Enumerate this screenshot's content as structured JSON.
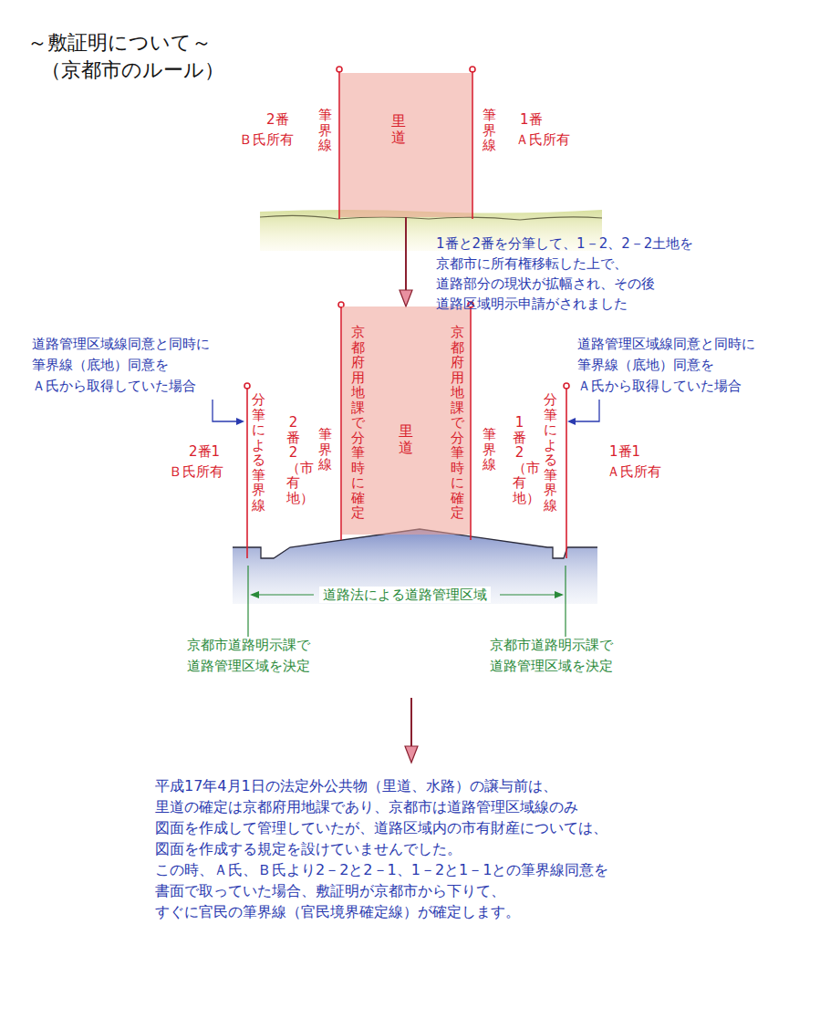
{
  "diagram": {
    "title": "～敷証明について～",
    "nodes": [
      {
        "text": [
          "里道"
        ]
      },
      {
        "text": [
          "里道"
        ]
      }
    ],
    "edges": [
      {
        "from": 0,
        "to": 1,
        "arrow": "to"
      }
    ],
    "labels": [
      "（京都市のルール）",
      "2番",
      "Ｂ氏所有",
      "筆界線",
      "筆界線",
      "1番",
      "Ａ氏所有",
      "1番と2番を分筆して、1－2、2－2土地を",
      "京都市に所有権移転した上で、",
      "道路部分の現状が拡幅され、その後",
      "道路区域明示申請がされました",
      "道路管理区域線同意と同時に",
      "筆界線（底地）同意を",
      "Ａ氏から取得していた場合",
      "道路管理区域線同意と同時に",
      "筆界線（底地）同意を",
      "Ａ氏から取得していた場合",
      "分筆による筆界線",
      "2番2（市有地）",
      "筆界線",
      "京都府用地課で分筆時に確定",
      "京都府用地課で分筆時に確定",
      "筆界線",
      "1番2（市有地）",
      "分筆による筆界線",
      "2番1",
      "Ｂ氏所有",
      "1番1",
      "Ａ氏所有",
      "道路法による道路管理区域",
      "京都市道路明示課で",
      "道路管理区域を決定",
      "京都市道路明示課で",
      "道路管理区域を決定",
      "平成17年4月1日の法定外公共物（里道、水路）の譲与前は、",
      "里道の確定は京都府用地課であり、京都市は道路管理区域線のみ",
      "図面を作成して管理していたが、道路区域内の市有財産については、",
      "図面を作成する規定を設けていませんでした。",
      "この時、Ａ氏、Ｂ氏より2－2と2－1、1－2と1－1との筆界線同意を",
      "書面で取っていた場合、敷証明が京都市から下りて、",
      "すぐに官民の筆界線（官民境界確定線）が確定します。"
    ]
  }
}
